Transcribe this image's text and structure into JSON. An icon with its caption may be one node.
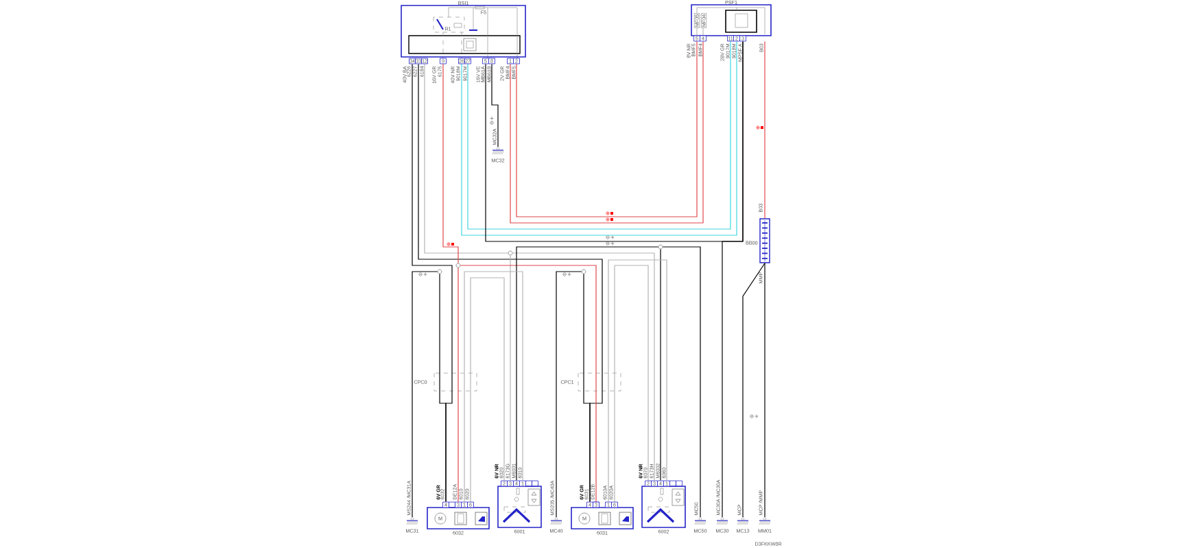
{
  "diagram": {
    "nodes": [
      {
        "text": [
          "BSI1"
        ]
      },
      {
        "text": [
          "PSF1"
        ]
      },
      {
        "text": [
          "BB00"
        ]
      },
      {
        "text": [
          "MC32"
        ]
      },
      {
        "text": [],
        "shape": "circle"
      },
      {
        "text": [],
        "shape": "circle"
      },
      {
        "text": [],
        "shape": "circle"
      },
      {
        "text": [],
        "shape": "circle"
      },
      {
        "text": [],
        "shape": "circle"
      },
      {
        "text": [
          "MC31"
        ]
      },
      {
        "text": [
          "6032"
        ]
      },
      {
        "text": [
          "6001"
        ]
      },
      {
        "text": [
          "MC40"
        ]
      },
      {
        "text": [
          "6031"
        ]
      },
      {
        "text": [
          "6002"
        ]
      },
      {
        "text": [
          "MC50"
        ]
      },
      {
        "text": [
          "MC30"
        ]
      },
      {
        "text": [
          "MC13"
        ]
      },
      {
        "text": [
          "MM01"
        ]
      }
    ],
    "edges": [
      {
        "from": 0,
        "to": 10,
        "arrow": "none"
      },
      {
        "from": 9,
        "to": 7,
        "arrow": "none"
      },
      {
        "from": 7,
        "to": 10,
        "arrow": "none"
      },
      {
        "from": 0,
        "to": 13,
        "arrow": "none"
      },
      {
        "from": 12,
        "to": 8,
        "arrow": "none"
      },
      {
        "from": 8,
        "to": 13,
        "arrow": "none"
      },
      {
        "from": 0,
        "to": 5,
        "arrow": "none",
        "color": "#b4b4b4"
      },
      {
        "from": 5,
        "to": 11,
        "arrow": "none",
        "color": "#b4b4b4"
      },
      {
        "from": 5,
        "to": 14,
        "arrow": "none",
        "color": "#b4b4b4"
      },
      {
        "from": 0,
        "to": 4,
        "arrow": "none",
        "color": "#e0474c"
      },
      {
        "from": 4,
        "to": 10,
        "arrow": "none",
        "color": "#e0474c"
      },
      {
        "from": 4,
        "to": 13,
        "arrow": "none",
        "color": "#e0474c"
      },
      {
        "from": 0,
        "to": 1,
        "arrow": "none",
        "color": "#3fd6e0"
      },
      {
        "from": 0,
        "to": 1,
        "arrow": "none",
        "color": "#3fd6e0"
      },
      {
        "from": 0,
        "to": 1,
        "arrow": "none",
        "color": "#e0474c"
      },
      {
        "from": 0,
        "to": 1,
        "arrow": "none",
        "color": "#e0474c"
      },
      {
        "from": 0,
        "to": 1,
        "arrow": "none"
      },
      {
        "from": 1,
        "to": 16,
        "arrow": "none"
      },
      {
        "from": 0,
        "to": 3,
        "arrow": "none"
      },
      {
        "from": 11,
        "to": 6,
        "arrow": "none"
      },
      {
        "from": 6,
        "to": 14,
        "arrow": "none"
      },
      {
        "from": 6,
        "to": 15,
        "arrow": "none"
      },
      {
        "from": 10,
        "to": 11,
        "arrow": "none",
        "color": "#b4b4b4"
      },
      {
        "from": 10,
        "to": 11,
        "arrow": "none",
        "color": "#b4b4b4"
      },
      {
        "from": 13,
        "to": 14,
        "arrow": "none",
        "color": "#b4b4b4"
      },
      {
        "from": 13,
        "to": 14,
        "arrow": "none",
        "color": "#b4b4b4"
      },
      {
        "from": 1,
        "to": 2,
        "arrow": "none",
        "color": "#e0474c"
      },
      {
        "from": 2,
        "to": 18,
        "arrow": "none"
      },
      {
        "from": 2,
        "to": 17,
        "arrow": "none"
      }
    ],
    "labels": [
      "F5",
      "R1",
      "34",
      "33",
      "12",
      "9",
      "26",
      "27",
      "5",
      "8",
      "1",
      "2",
      "40V BA",
      "6226",
      "6227",
      "6184",
      "16V GR",
      "6175",
      "40V NR",
      "9018M",
      "9017M",
      "16V VE",
      "MB61A",
      "MB61B",
      "2V GR",
      "BMF4",
      "BMF5",
      "MF05",
      "MF04",
      "5",
      "4",
      "11",
      "2",
      "3",
      "8V NR",
      "BMF5",
      "BMF4",
      "28V GR",
      "9017M",
      "9018M",
      "MPSF A",
      "B03",
      "MC32A",
      "B03",
      "MMP",
      "CPC0",
      "CPC1",
      "MS244 /MC31A",
      "6V GR",
      "6032",
      "DE12A",
      "6010",
      "6020",
      "4",
      "3",
      "1",
      "6",
      "M",
      "6V NR",
      "6020",
      "6173G",
      "M6001",
      "6010",
      "2",
      "3",
      "4",
      "1",
      "MS205 /MC40A",
      "6V GR",
      "6031",
      "DE12B",
      "6010A",
      "6020A",
      "4",
      "3",
      "1",
      "6",
      "M",
      "6V NR",
      "6070",
      "6173H",
      "M6002",
      "6060",
      "2",
      "3",
      "4",
      "1",
      "MC50",
      "MC30A /MC30A",
      "MCP",
      "MCP /MMP",
      "D3FKKW8R"
    ]
  }
}
